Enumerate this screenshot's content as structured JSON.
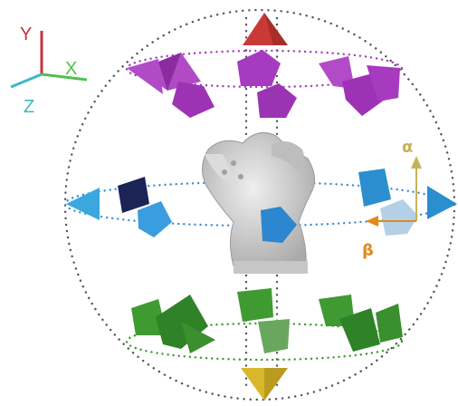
{
  "axes_gizmo": {
    "x_label": "X",
    "y_label": "Y",
    "z_label": "Z",
    "x_color": "#4ec24e",
    "y_color": "#c8323c",
    "z_color": "#3fb7c9"
  },
  "rotation_labels": {
    "alpha": "α",
    "beta": "β",
    "alpha_color": "#c7b25a",
    "beta_color": "#e08a1e"
  },
  "colors": {
    "top_ring": "#a63bbf",
    "middle_ring": "#3c8fd6",
    "bottom_ring": "#3f9a32",
    "top_pole": "#c93a36",
    "bottom_pole": "#d8b82a",
    "center_marker": "#2c86d0",
    "navy_marker": "#1c2356",
    "sphere_dots": "#555555",
    "statue": "#cfcfcf"
  },
  "center_object": "gargoyle-statue"
}
